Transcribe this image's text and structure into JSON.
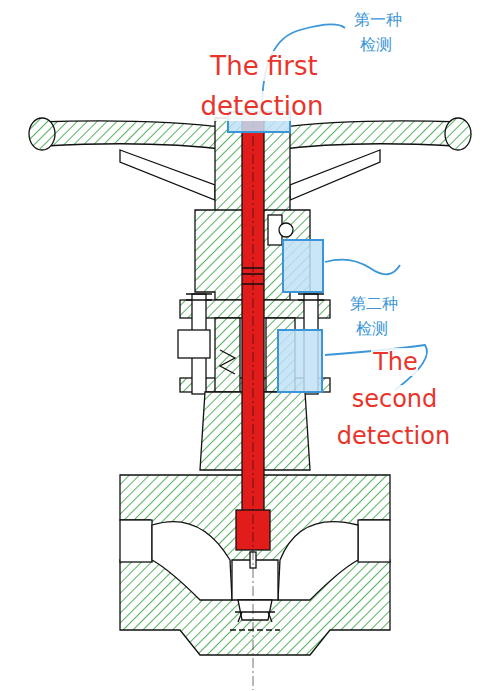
{
  "diagram": {
    "labels": [
      "The first detection",
      "第一种 检测",
      "第二种 检测",
      "The second detection"
    ]
  }
}
